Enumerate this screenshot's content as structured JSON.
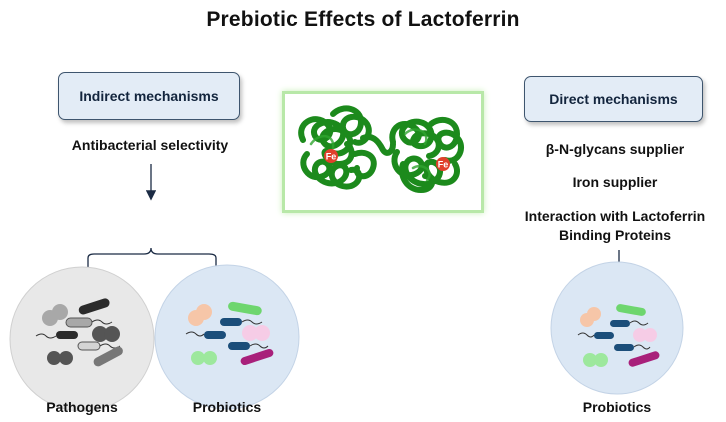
{
  "title": "Prebiotic Effects of Lactoferrin",
  "indirect": {
    "heading": "Indirect mechanisms",
    "mechanism": "Antibacterial selectivity"
  },
  "direct": {
    "heading": "Direct mechanisms",
    "items": [
      "β-N-glycans supplier",
      "Iron supplier",
      "Interaction with Lactoferrin",
      "Binding Proteins"
    ]
  },
  "protein": {
    "iron_label": "Fe",
    "strand_color": "#1c8a1c",
    "iron_color": "#e0402b"
  },
  "groups": {
    "pathogens": "Pathogens",
    "probiotics": "Probiotics",
    "probiotics_direct": "Probiotics"
  },
  "colors": {
    "box_fill": "#e3ecf6",
    "box_border": "#3e556e",
    "pathogen_circle": "#e8e8e8",
    "probiotic_circle": "#dbe7f4"
  }
}
